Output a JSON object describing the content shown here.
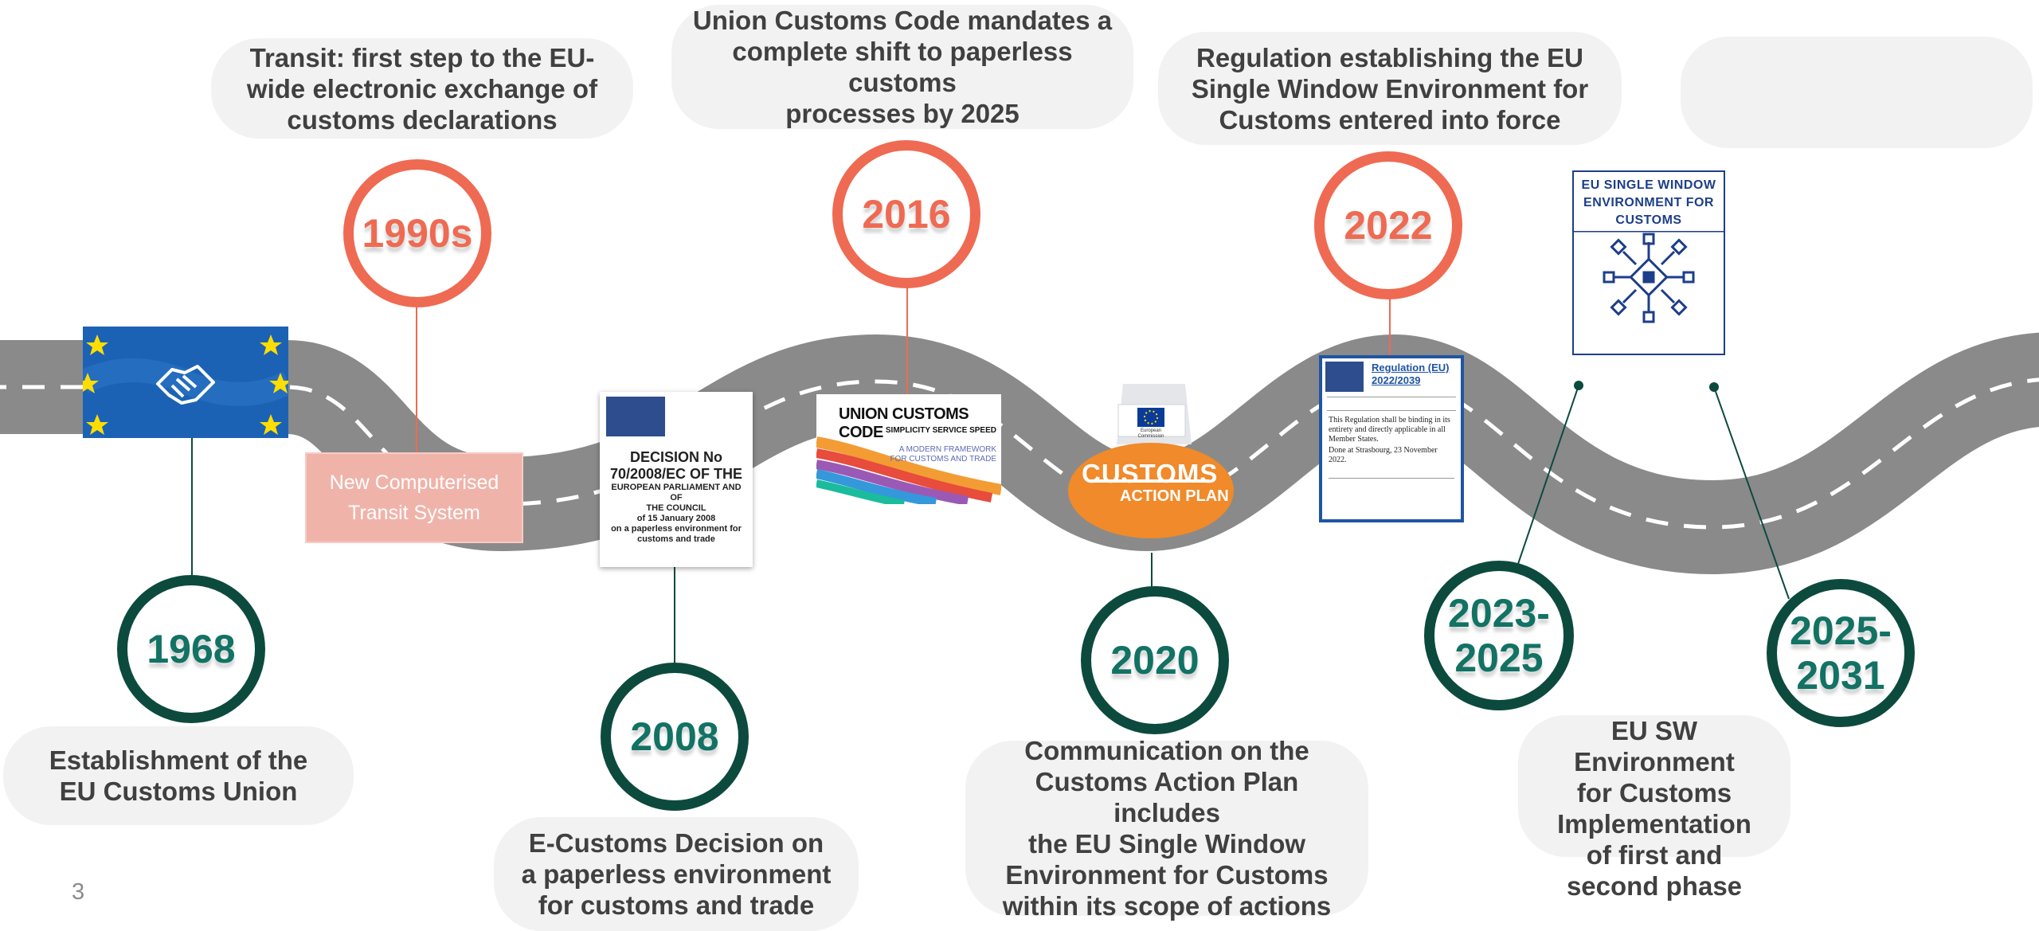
{
  "colors": {
    "red": "#ef6a52",
    "green": "#0d4a3e",
    "green_text": "#127264",
    "road": "#8a8a8a",
    "bubble": "#f2f2f2",
    "text": "#404040"
  },
  "page_number": "3",
  "milestones": {
    "m1968": {
      "year": "1968",
      "text": "Establishment of the\nEU Customs Union"
    },
    "m1990s": {
      "year": "1990s",
      "text": "Transit: first step to the EU-\nwide electronic exchange of\ncustoms declarations"
    },
    "m2008": {
      "year": "2008",
      "text": "E-Customs Decision on\na paperless environment\nfor customs and trade"
    },
    "m2016": {
      "year": "2016",
      "text": "Union Customs Code mandates a\ncomplete shift to paperless customs\nprocesses by 2025"
    },
    "m2020": {
      "year": "2020",
      "text": "Communication on the\nCustoms Action Plan includes\nthe EU Single Window\nEnvironment for Customs\nwithin its scope of actions"
    },
    "m2022": {
      "year": "2022",
      "text": "Regulation establishing the EU\nSingle Window Environment for\nCustoms entered into force"
    },
    "m2023": {
      "year": "2023-\n2025",
      "text": "EU SW\nEnvironment\nfor Customs\nImplementation\nof first and\nsecond phase"
    },
    "m2025": {
      "year": "2025-\n2031",
      "text": ""
    }
  },
  "images": {
    "ncts": "New Computerised\nTransit System",
    "decision_title": "DECISION No\n70/2008/EC OF THE",
    "decision_body": "EUROPEAN PARLIAMENT AND OF\nTHE COUNCIL\nof 15 January 2008\non a paperless environment for\ncustoms and trade",
    "ucc_title": "UNION CUSTOMS CODE",
    "ucc_sub": "SIMPLICITY SERVICE SPEED",
    "ucc_desc": "A MODERN FRAMEWORK\nFOR CUSTOMS AND TRADE",
    "cap_line1": "CUSTOMS",
    "cap_line2": "ACTION PLAN",
    "cap_badge": "European\nCommission",
    "reg_link": "Regulation (EU)\n2022/2039",
    "reg_body": "This Regulation shall be binding in its entirety and directly applicable in all Member States.",
    "reg_done": "Done at Strasbourg, 23 November 2022.",
    "sw_title": "EU SINGLE WINDOW\nENVIRONMENT FOR\nCUSTOMS"
  }
}
